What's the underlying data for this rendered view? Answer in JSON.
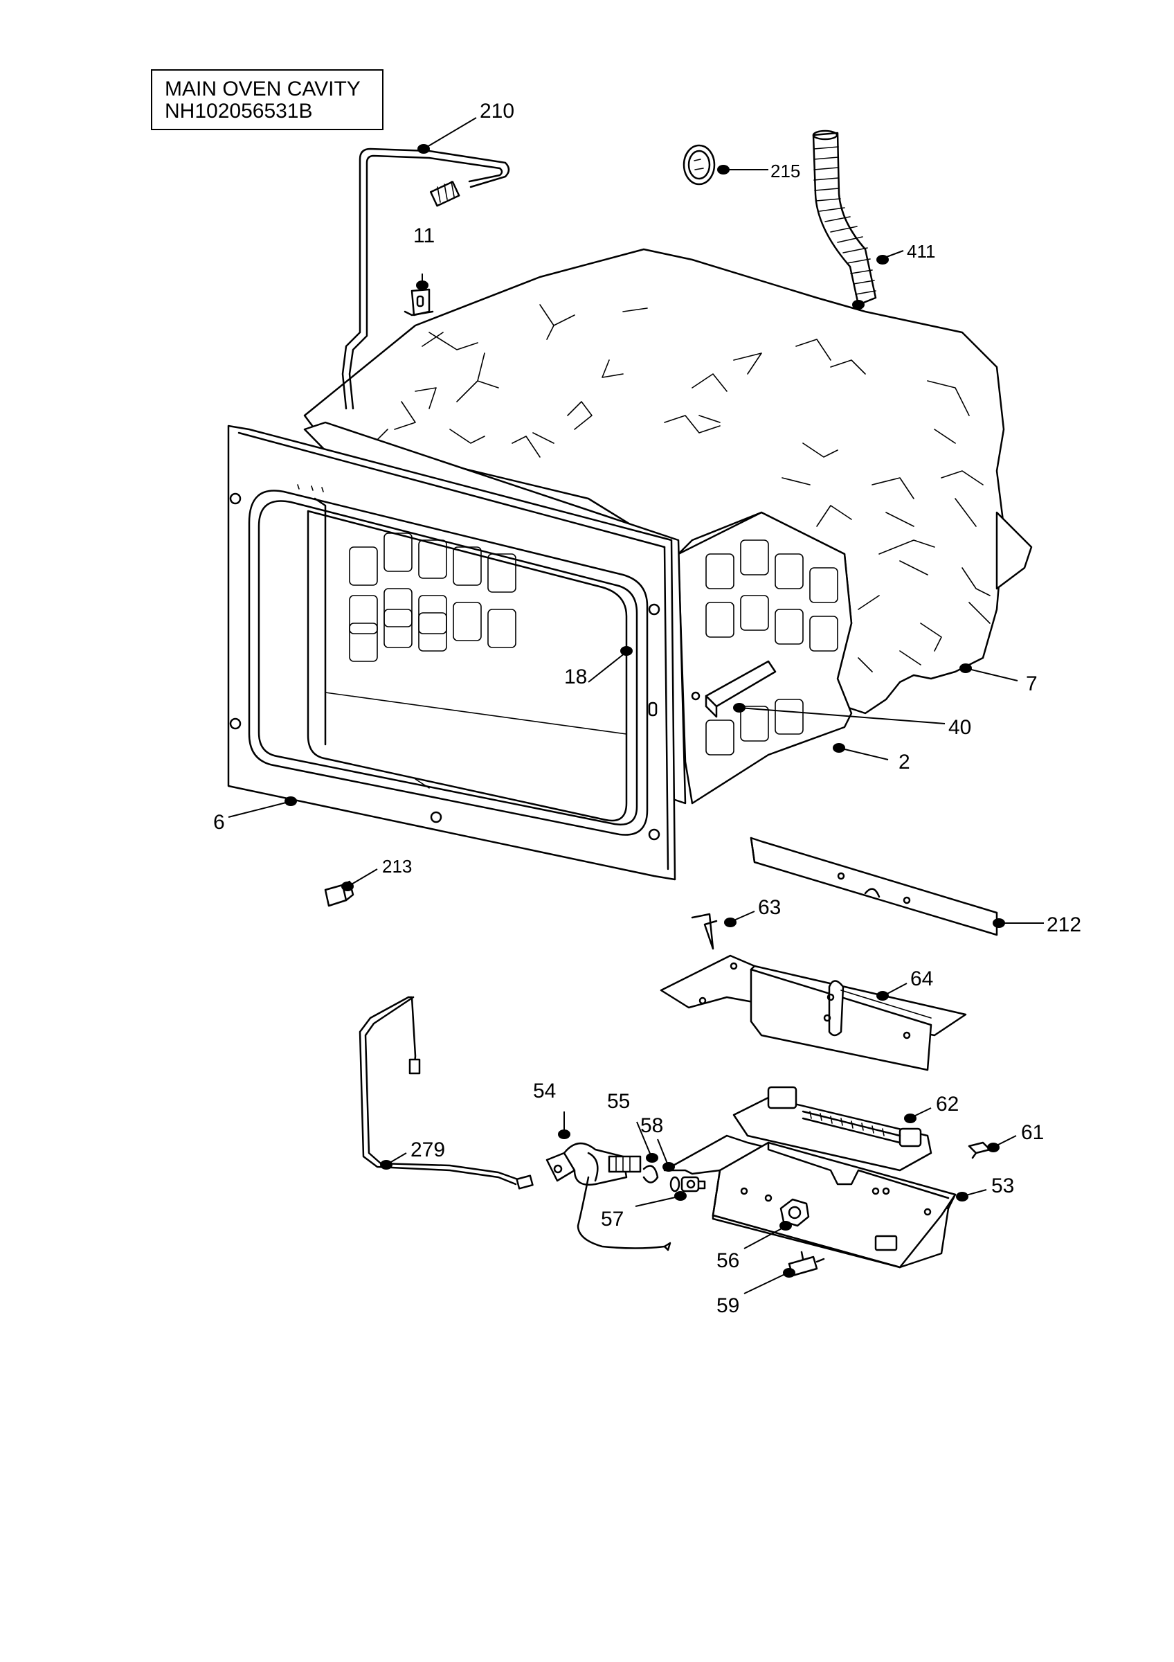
{
  "title": {
    "line1": "MAIN OVEN CAVITY",
    "line2": "NH102056531B"
  },
  "callouts": [
    {
      "id": "c210",
      "label": "210"
    },
    {
      "id": "c215",
      "label": "215"
    },
    {
      "id": "c11",
      "label": "11"
    },
    {
      "id": "c411",
      "label": "411"
    },
    {
      "id": "c18",
      "label": "18"
    },
    {
      "id": "c7",
      "label": "7"
    },
    {
      "id": "c40",
      "label": "40"
    },
    {
      "id": "c2",
      "label": "2"
    },
    {
      "id": "c6",
      "label": "6"
    },
    {
      "id": "c213",
      "label": "213"
    },
    {
      "id": "c63",
      "label": "63"
    },
    {
      "id": "c212",
      "label": "212"
    },
    {
      "id": "c64",
      "label": "64"
    },
    {
      "id": "c54",
      "label": "54"
    },
    {
      "id": "c55",
      "label": "55"
    },
    {
      "id": "c58",
      "label": "58"
    },
    {
      "id": "c62",
      "label": "62"
    },
    {
      "id": "c61",
      "label": "61"
    },
    {
      "id": "c279",
      "label": "279"
    },
    {
      "id": "c53",
      "label": "53"
    },
    {
      "id": "c57",
      "label": "57"
    },
    {
      "id": "c56",
      "label": "56"
    },
    {
      "id": "c59",
      "label": "59"
    }
  ]
}
